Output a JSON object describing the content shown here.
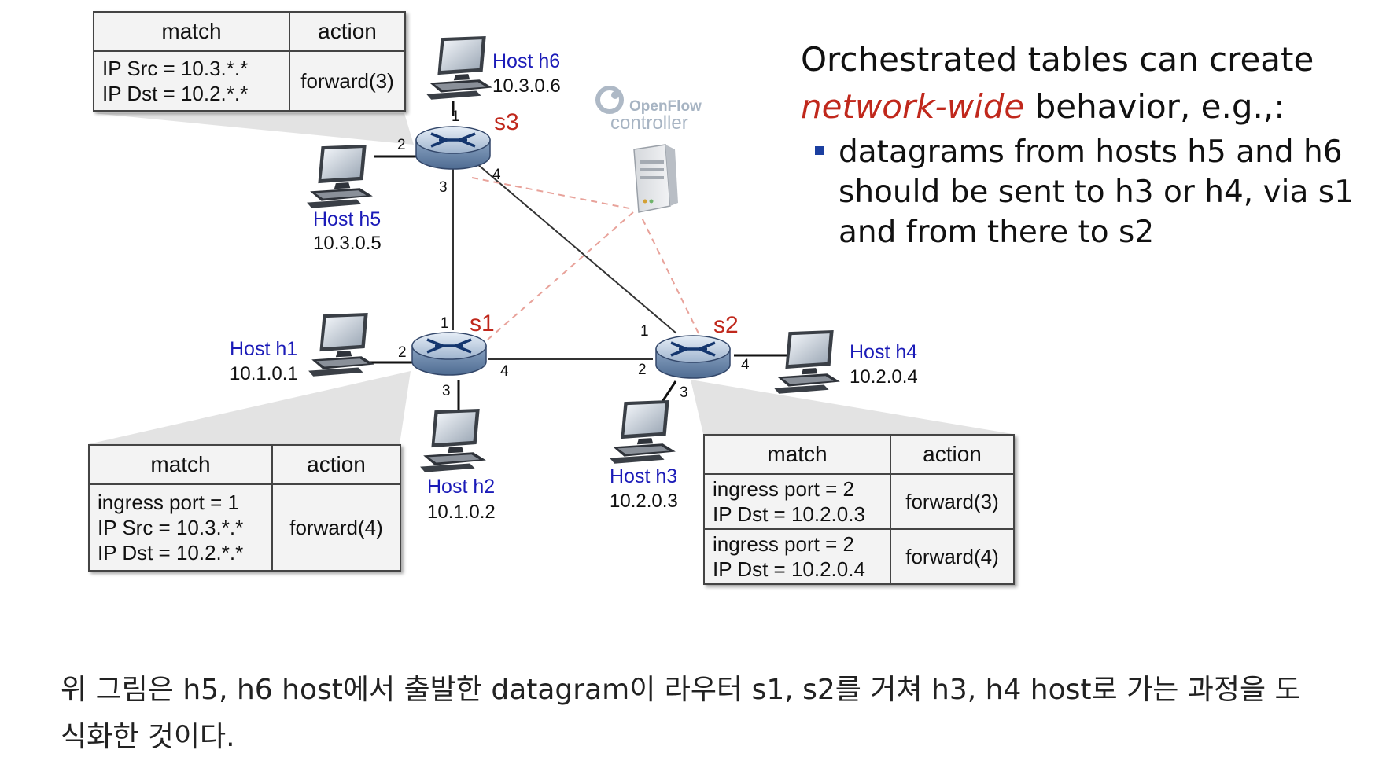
{
  "slide": {
    "headline_pre": "Orchestrated tables can create",
    "headline_highlight": "network-wide",
    "headline_post": " behavior, e.g.,:",
    "bullet": "datagrams from hosts h5 and h6 should be sent to h3 or h4, via s1 and from there to s2"
  },
  "controller": {
    "brand": "OpenFlow",
    "label": "controller"
  },
  "hosts": {
    "h1": {
      "name": "Host h1",
      "ip": "10.1.0.1"
    },
    "h2": {
      "name": "Host h2",
      "ip": "10.1.0.2"
    },
    "h3": {
      "name": "Host h3",
      "ip": "10.2.0.3"
    },
    "h4": {
      "name": "Host h4",
      "ip": "10.2.0.4"
    },
    "h5": {
      "name": "Host h5",
      "ip": "10.3.0.5"
    },
    "h6": {
      "name": "Host h6",
      "ip": "10.3.0.6"
    }
  },
  "switches": {
    "s1": {
      "name": "s1",
      "ports": [
        "1",
        "2",
        "3",
        "4"
      ]
    },
    "s2": {
      "name": "s2",
      "ports": [
        "1",
        "2",
        "3",
        "4"
      ]
    },
    "s3": {
      "name": "s3",
      "ports": [
        "1",
        "2",
        "3",
        "4"
      ]
    }
  },
  "tables": {
    "s3": {
      "header": [
        "match",
        "action"
      ],
      "rows": [
        {
          "match": [
            "IP Src = 10.3.*.*",
            "IP Dst = 10.2.*.*"
          ],
          "action": "forward(3)"
        }
      ]
    },
    "s1": {
      "header": [
        "match",
        "action"
      ],
      "rows": [
        {
          "match": [
            "ingress port = 1",
            "IP Src = 10.3.*.*",
            "IP Dst = 10.2.*.*"
          ],
          "action": "forward(4)"
        }
      ]
    },
    "s2": {
      "header": [
        "match",
        "action"
      ],
      "rows": [
        {
          "match": [
            "ingress port = 2",
            "IP Dst = 10.2.0.3"
          ],
          "action": "forward(3)"
        },
        {
          "match": [
            "ingress port = 2",
            "IP Dst = 10.2.0.4"
          ],
          "action": "forward(4)"
        }
      ]
    }
  },
  "caption": "위 그림은 h5, h6 host에서 출발한 datagram이 라우터 s1, s2를 거쳐 h3, h4 host로 가는 과정을 도식화한 것이다.",
  "colors": {
    "host_label": "#1b1bb8",
    "switch_label": "#c0281c",
    "highlight": "#c0281c",
    "control_link": "#e8a29a"
  }
}
